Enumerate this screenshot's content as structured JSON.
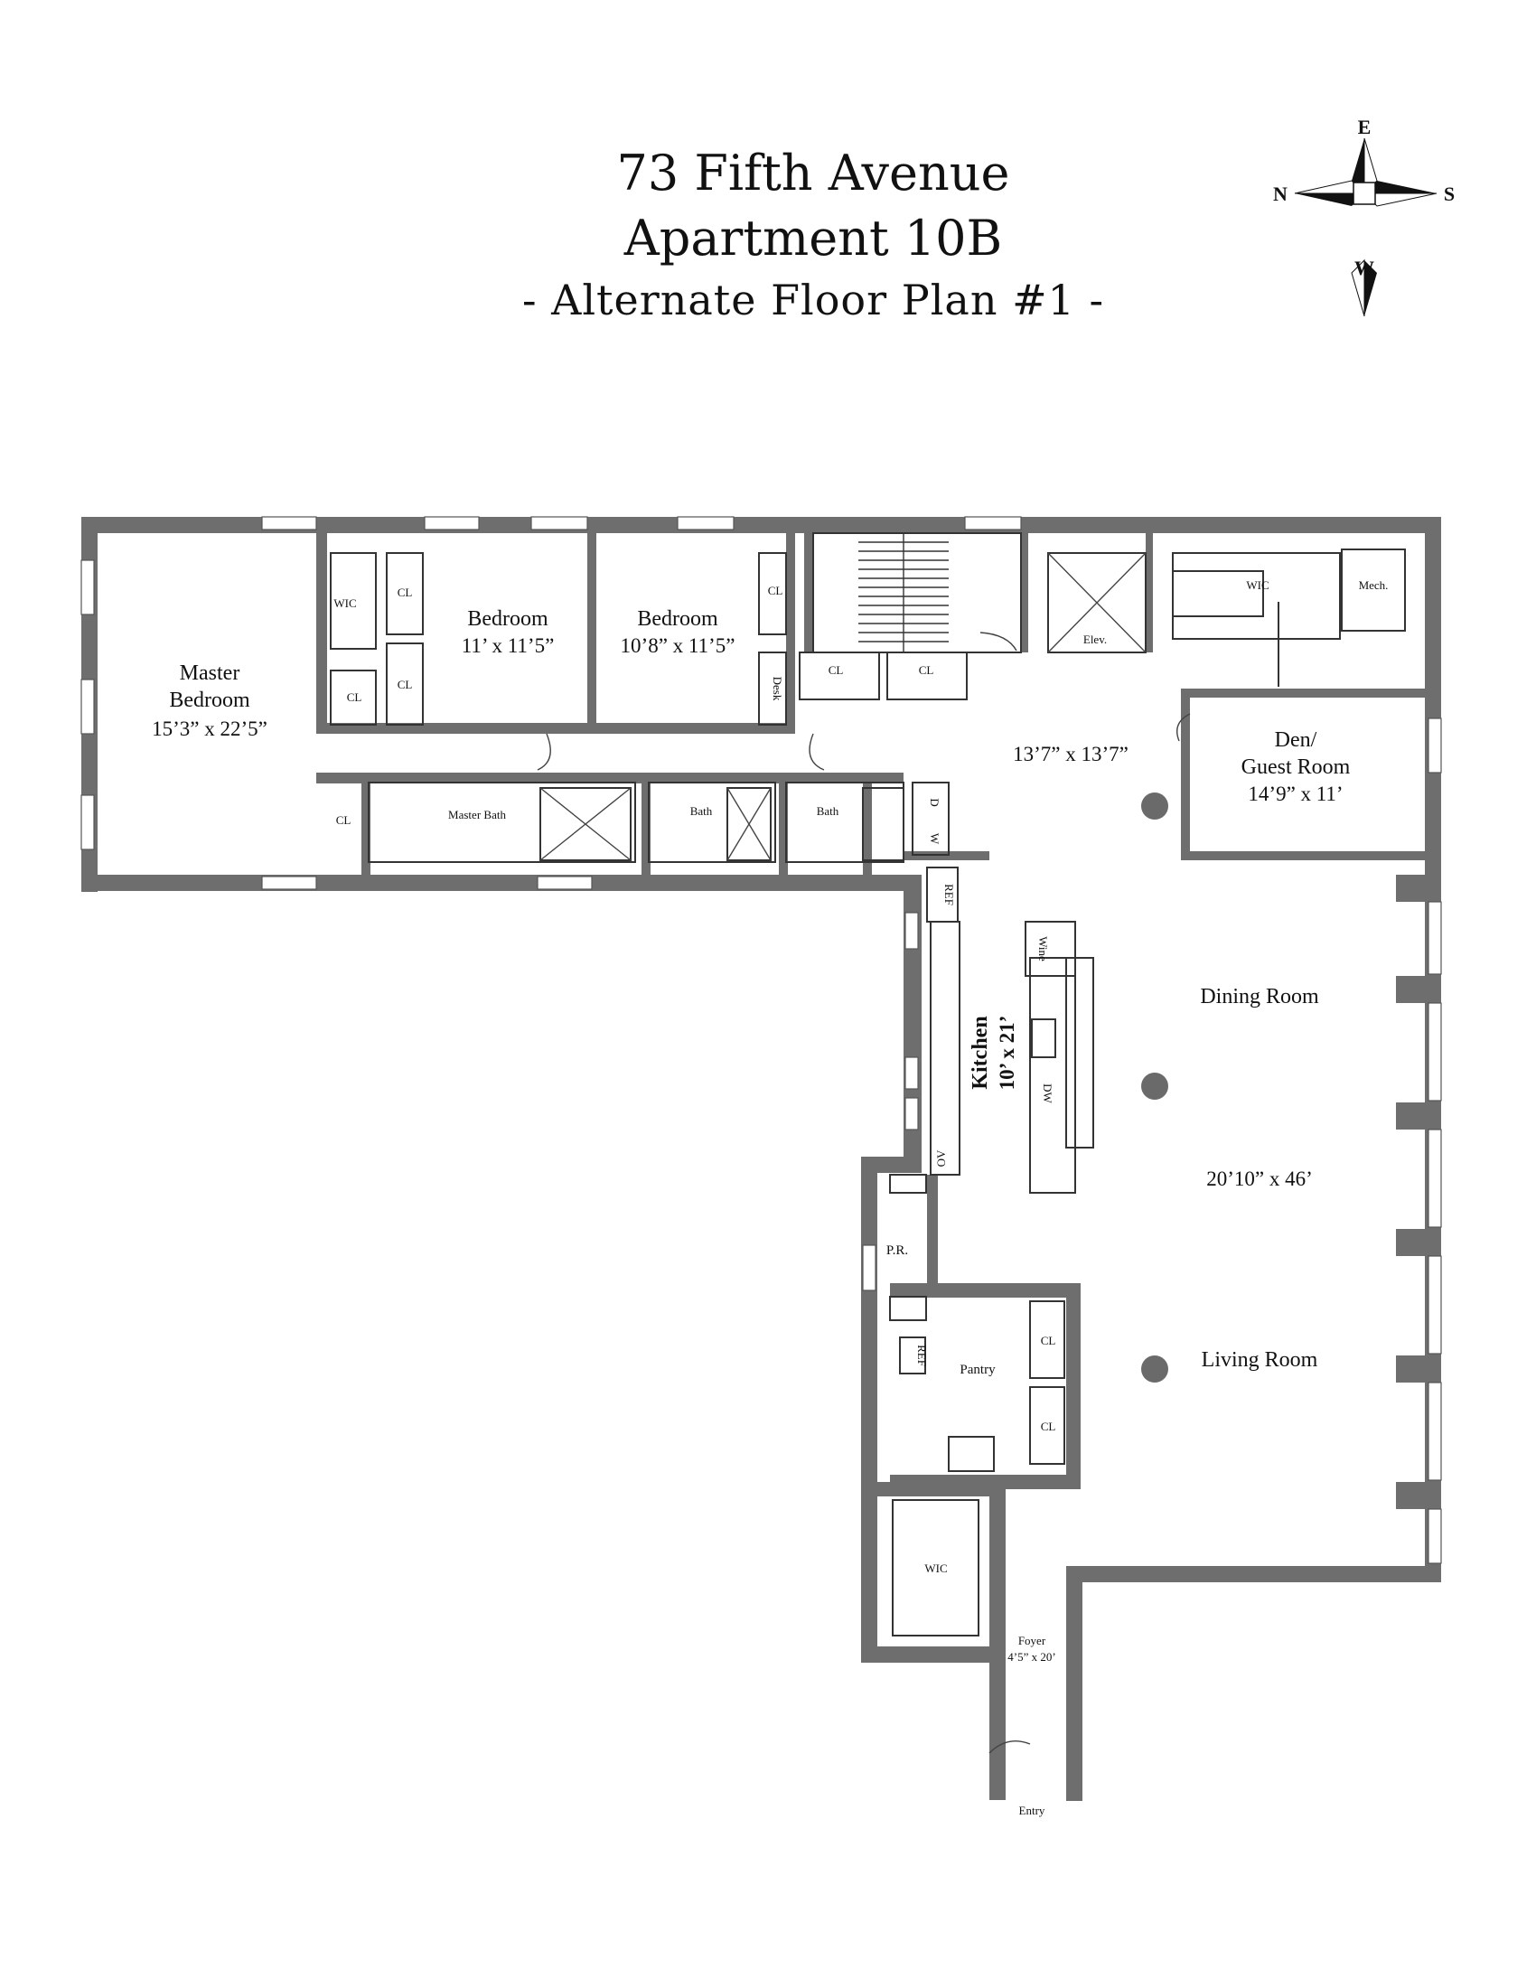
{
  "header": {
    "address": "73 Fifth Avenue",
    "apartment": "Apartment 10B",
    "plan_name": "- Alternate Floor Plan #1 -"
  },
  "compass": {
    "north": "N",
    "south": "S",
    "east": "E",
    "west": "W"
  },
  "rooms": {
    "master_bedroom": {
      "name_line1": "Master",
      "name_line2": "Bedroom",
      "dims": "15’3” x 22’5”"
    },
    "bedroom_1": {
      "name": "Bedroom",
      "dims": "11’ x 11’5”"
    },
    "bedroom_2": {
      "name": "Bedroom",
      "dims": "10’8” x 11’5”"
    },
    "gallery": {
      "dims": "13’7” x 13’7”"
    },
    "den": {
      "name_line1": "Den/",
      "name_line2": "Guest Room",
      "dims": "14’9” x 11’"
    },
    "dining_room": {
      "name": "Dining Room"
    },
    "living_dining": {
      "dims": "20’10” x 46’"
    },
    "living_room": {
      "name": "Living Room"
    },
    "kitchen": {
      "name": "Kitchen",
      "dims": "10’ x 21’"
    },
    "pantry": {
      "name": "Pantry"
    },
    "powder_room": {
      "name": "P.R."
    },
    "foyer": {
      "name": "Foyer",
      "dims": "4’5” x 20’"
    },
    "entry": {
      "name": "Entry"
    },
    "master_bath": {
      "name": "Master Bath"
    },
    "bath_1": {
      "name": "Bath"
    },
    "bath_2": {
      "name": "Bath"
    },
    "elevator": {
      "name": "Elev."
    },
    "mechanical": {
      "name": "Mech."
    }
  },
  "fixtures": {
    "wic": "WIC",
    "cl": "CL",
    "desk": "Desk",
    "ref": "REF",
    "wine": "Wine",
    "dw": "DW",
    "ov": "OV",
    "washer": "W",
    "dryer": "D"
  }
}
